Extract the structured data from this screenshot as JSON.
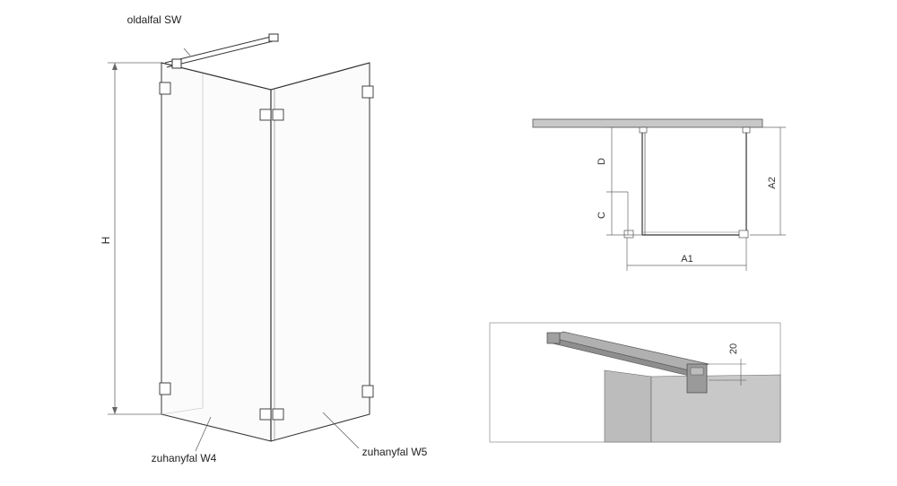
{
  "labels": {
    "side_wall": "oldalfal SW",
    "shower_wall_w4": "zuhanyfal W4",
    "shower_wall_w5": "zuhanyfal W5"
  },
  "dimensions": {
    "height": "H",
    "d": "D",
    "c": "C",
    "a1": "A1",
    "a2": "A2",
    "detail_offset": "20"
  },
  "colors": {
    "line": "#333333",
    "light_line": "#999999",
    "wall_fill": "#c8c8c8",
    "glass_fill": "#f2f2f2",
    "detail_glass": "#b9b9b9",
    "detail_bg": "#d6d6d6",
    "bracket": "#888888"
  }
}
